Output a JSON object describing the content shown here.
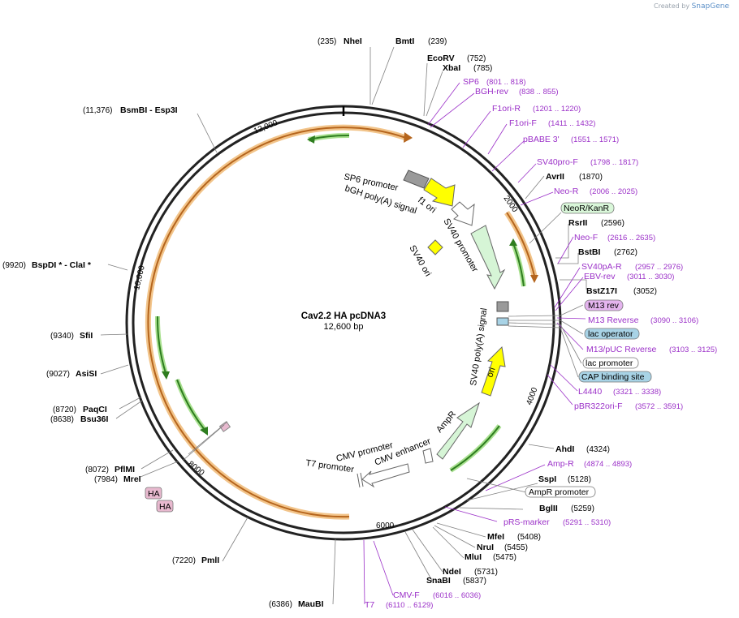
{
  "credit": {
    "prefix": "Created by",
    "brand": "SnapGene"
  },
  "plasmid": {
    "name": "Cav2.2 HA pcDNA3",
    "size": "12,600 bp"
  },
  "ticks": [
    {
      "label": "2000"
    },
    {
      "label": "4000"
    },
    {
      "label": "6000"
    },
    {
      "label": "8000"
    },
    {
      "label": "10,000"
    },
    {
      "label": "12,000"
    }
  ],
  "enzymes": [
    {
      "name": "NheI",
      "pos": "(235)"
    },
    {
      "name": "BmtI",
      "pos": "(239)"
    },
    {
      "name": "EcoRV",
      "pos": "(752)"
    },
    {
      "name": "XbaI",
      "pos": "(785)"
    },
    {
      "name": "AvrII",
      "pos": "(1870)"
    },
    {
      "name": "RsrII",
      "pos": "(2596)"
    },
    {
      "name": "BstBI",
      "pos": "(2762)"
    },
    {
      "name": "BstZ17I",
      "pos": "(3052)"
    },
    {
      "name": "AhdI",
      "pos": "(4324)"
    },
    {
      "name": "SspI",
      "pos": "(5128)"
    },
    {
      "name": "BglII",
      "pos": "(5259)"
    },
    {
      "name": "MfeI",
      "pos": "(5408)"
    },
    {
      "name": "NruI",
      "pos": "(5455)"
    },
    {
      "name": "MluI",
      "pos": "(5475)"
    },
    {
      "name": "NdeI",
      "pos": "(5731)"
    },
    {
      "name": "SnaBI",
      "pos": "(5837)"
    },
    {
      "name": "MauBI",
      "pos": "(6386)"
    },
    {
      "name": "PmlI",
      "pos": "(7220)"
    },
    {
      "name": "MreI",
      "pos": "(7984)"
    },
    {
      "name": "PflMI",
      "pos": "(8072)"
    },
    {
      "name": "Bsu36I",
      "pos": "(8638)"
    },
    {
      "name": "PaqCI",
      "pos": "(8720)"
    },
    {
      "name": "AsiSI",
      "pos": "(9027)"
    },
    {
      "name": "SfiI",
      "pos": "(9340)"
    },
    {
      "name": "BspDI * - ClaI *",
      "pos": "(9920)"
    },
    {
      "name": "BsmBI - Esp3I",
      "pos": "(11,376)"
    }
  ],
  "primers": [
    {
      "name": "SP6",
      "pos": "(801 .. 818)"
    },
    {
      "name": "BGH-rev",
      "pos": "(838 .. 855)"
    },
    {
      "name": "F1ori-R",
      "pos": "(1201 .. 1220)"
    },
    {
      "name": "F1ori-F",
      "pos": "(1411 .. 1432)"
    },
    {
      "name": "pBABE 3'",
      "pos": "(1551 .. 1571)"
    },
    {
      "name": "SV40pro-F",
      "pos": "(1798 .. 1817)"
    },
    {
      "name": "Neo-R",
      "pos": "(2006 .. 2025)"
    },
    {
      "name": "Neo-F",
      "pos": "(2616 .. 2635)"
    },
    {
      "name": "SV40pA-R",
      "pos": "(2957 .. 2976)"
    },
    {
      "name": "EBV-rev",
      "pos": "(3011 .. 3030)"
    },
    {
      "name": "M13 Reverse",
      "pos": "(3090 .. 3106)"
    },
    {
      "name": "M13/pUC Reverse",
      "pos": "(3103 .. 3125)"
    },
    {
      "name": "L4440",
      "pos": "(3321 .. 3338)"
    },
    {
      "name": "pBR322ori-F",
      "pos": "(3572 .. 3591)"
    },
    {
      "name": "Amp-R",
      "pos": "(4874 .. 4893)"
    },
    {
      "name": "pRS-marker",
      "pos": "(5291 .. 5310)"
    },
    {
      "name": "CMV-F",
      "pos": "(6016 .. 6036)"
    },
    {
      "name": "T7",
      "pos": "(6110 .. 6129)"
    }
  ],
  "boxed_features": [
    {
      "name": "NeoR/KanR",
      "fill": "#d9f7d9"
    },
    {
      "name": "M13 rev",
      "fill": "#e4b4ee"
    },
    {
      "name": "lac operator",
      "fill": "#a8d3e6"
    },
    {
      "name": "lac promoter",
      "fill": "#ffffff"
    },
    {
      "name": "CAP binding site",
      "fill": "#a8d3e6"
    },
    {
      "name": "AmpR promoter",
      "fill": "#ffffff"
    },
    {
      "name": "HA",
      "fill": "#e8b9cf"
    },
    {
      "name": "HA",
      "fill": "#e8b9cf"
    }
  ],
  "inner_features": [
    {
      "name": "SP6 promoter"
    },
    {
      "name": "bGH poly(A) signal"
    },
    {
      "name": "f1 ori"
    },
    {
      "name": "SV40 promoter"
    },
    {
      "name": "SV40 ori"
    },
    {
      "name": "SV40 poly(A) signal"
    },
    {
      "name": "ori"
    },
    {
      "name": "AmpR"
    },
    {
      "name": "CMV enhancer"
    },
    {
      "name": "CMV promoter"
    },
    {
      "name": "T7 promoter"
    }
  ],
  "colors": {
    "backbone": "#000000",
    "enzyme_line": "#808080",
    "primer": "#9b30c8",
    "orf_orange": "#e8a04a",
    "orf_green": "#3d9a2a",
    "promoter_fill": "#ffffff",
    "ori_fill": "#ffff00",
    "amp_fill": "#d6f5d6",
    "grey_feature": "#9a9a9a"
  }
}
